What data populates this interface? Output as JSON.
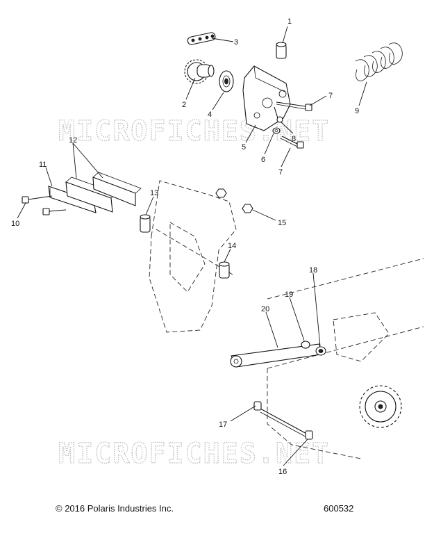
{
  "watermark": "MICROFICHES.NET",
  "footer": {
    "copyright": "© 2016 Polaris Industries Inc.",
    "diagram_number": "600532"
  },
  "callouts": [
    {
      "id": "1",
      "label": "1"
    },
    {
      "id": "2",
      "label": "2"
    },
    {
      "id": "3",
      "label": "3"
    },
    {
      "id": "4",
      "label": "4"
    },
    {
      "id": "5",
      "label": "5"
    },
    {
      "id": "6",
      "label": "6"
    },
    {
      "id": "7a",
      "label": "7"
    },
    {
      "id": "7b",
      "label": "7"
    },
    {
      "id": "8",
      "label": "8"
    },
    {
      "id": "9",
      "label": "9"
    },
    {
      "id": "10",
      "label": "10"
    },
    {
      "id": "11",
      "label": "11"
    },
    {
      "id": "12",
      "label": "12"
    },
    {
      "id": "13",
      "label": "13"
    },
    {
      "id": "14",
      "label": "14"
    },
    {
      "id": "15",
      "label": "15"
    },
    {
      "id": "16",
      "label": "16"
    },
    {
      "id": "17",
      "label": "17"
    },
    {
      "id": "18",
      "label": "18"
    },
    {
      "id": "19",
      "label": "19"
    },
    {
      "id": "20",
      "label": "20"
    }
  ]
}
